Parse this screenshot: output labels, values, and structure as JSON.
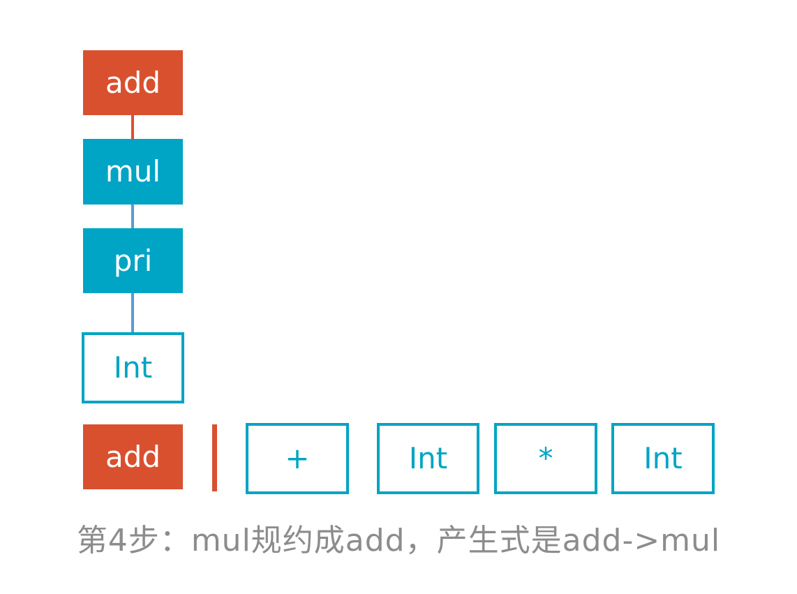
{
  "colors": {
    "red": "#d9502f",
    "teal": "#00a4c4",
    "blue_connector": "#5b9bd5",
    "caption_gray": "#8c8c8c"
  },
  "tree": {
    "nodes": [
      "add",
      "mul",
      "pri",
      "Int"
    ]
  },
  "stack": {
    "top": "add"
  },
  "input": {
    "tokens": [
      "+",
      "Int",
      "*",
      "Int"
    ]
  },
  "caption": "第4步：mul规约成add，产生式是add->mul"
}
